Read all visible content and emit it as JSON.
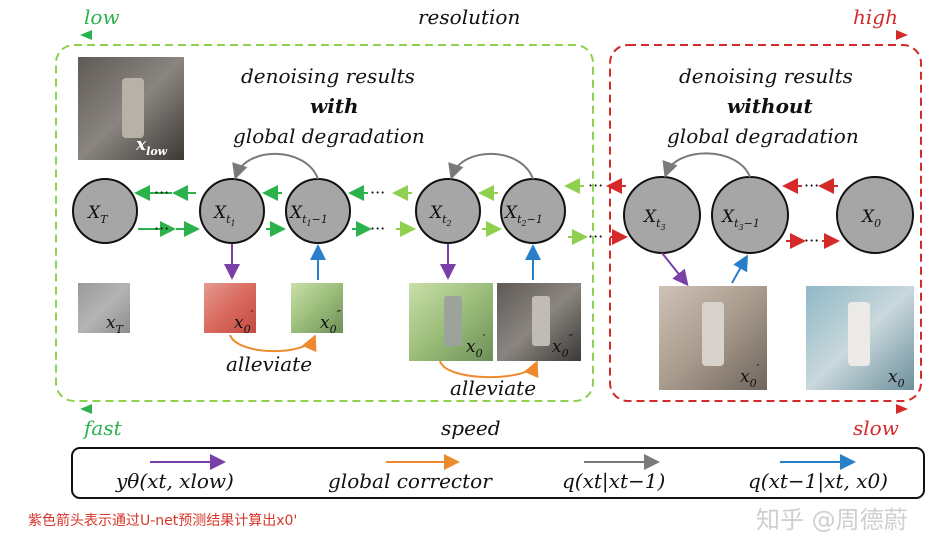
{
  "top": {
    "low": "low",
    "title": "resolution",
    "high": "high"
  },
  "bottom": {
    "fast": "fast",
    "title": "speed",
    "slow": "slow"
  },
  "left_box": {
    "line1": "denoising results",
    "line2": "with",
    "line3": "global degradation"
  },
  "right_box": {
    "line1": "denoising results",
    "line2": "without",
    "line3": "global degradation"
  },
  "alleviate_1": "alleviate",
  "alleviate_2": "alleviate",
  "ellipsis": "···",
  "nodes": {
    "xT": {
      "base": "X",
      "sub": "T"
    },
    "xt1": {
      "base": "X",
      "sub": "t",
      "subsub": "1"
    },
    "xt1m1": {
      "base": "X",
      "sub": "t",
      "subsub": "1",
      "tail": "−1"
    },
    "xt2": {
      "base": "X",
      "sub": "t",
      "subsub": "2"
    },
    "xt2m1": {
      "base": "X",
      "sub": "t",
      "subsub": "2",
      "tail": "−1"
    },
    "xt3": {
      "base": "X",
      "sub": "t",
      "subsub": "3"
    },
    "xt3m1": {
      "base": "X",
      "sub": "t",
      "subsub": "3",
      "tail": "−1"
    },
    "x0": {
      "base": "X",
      "sub": "0"
    }
  },
  "thumbs": {
    "xlow": {
      "base": "x",
      "sub": "low"
    },
    "xT": {
      "base": "x",
      "sub": "T"
    },
    "x0p_1": {
      "base": "x",
      "sub": "0",
      "sup": "′"
    },
    "x0pp_1": {
      "base": "x",
      "sub": "0",
      "sup": "″"
    },
    "x0p_2": {
      "base": "x",
      "sub": "0",
      "sup": "′"
    },
    "x0pp_2": {
      "base": "x",
      "sub": "0",
      "sup": "″"
    },
    "x0p_3": {
      "base": "x",
      "sub": "0",
      "sup": "′"
    },
    "x0": {
      "base": "x",
      "sub": "0"
    }
  },
  "legend": {
    "item1": "yθ(xt, xlow)",
    "item2": "global corrector",
    "item3": "q(xt|xt−1)",
    "item4": "q(xt−1|xt, x0)"
  },
  "note": "紫色箭头表示通过U-net预测结果计算出x0'",
  "watermark": "知乎 @周德蔚",
  "colors": {
    "green": "#2bb24c",
    "light_green": "#8fd04f",
    "red": "#d42a2a",
    "purple": "#7b3fa8",
    "blue": "#2a7fc9",
    "orange": "#ee8a2e",
    "gray": "#7a7a7a",
    "node_fill": "#a6a6a6"
  }
}
